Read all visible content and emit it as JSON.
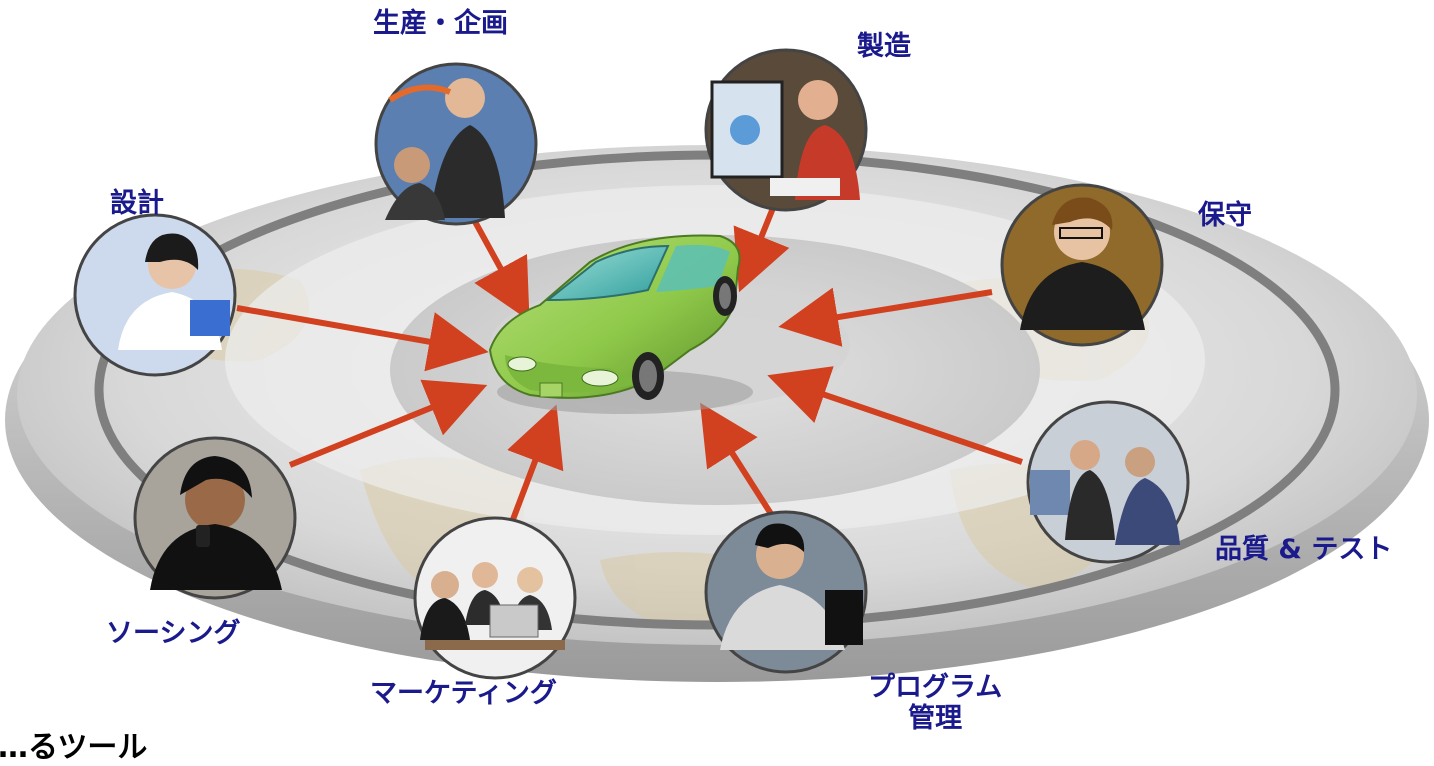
{
  "colors": {
    "label": "#1a1a8c",
    "arrow": "#d1401f",
    "car": "#8fc94a",
    "ring": "#7f7f7f"
  },
  "hub": {
    "icon": "green-car-icon"
  },
  "roles": [
    {
      "key": "design",
      "label": "設計",
      "icon": "designer-photo"
    },
    {
      "key": "planning",
      "label": "生産・企画",
      "icon": "planning-meeting-photo"
    },
    {
      "key": "manufacturing",
      "label": "製造",
      "icon": "engineer-computer-photo"
    },
    {
      "key": "maintenance",
      "label": "保守",
      "icon": "maintenance-worker-photo"
    },
    {
      "key": "quality",
      "label": "品質 & テスト",
      "icon": "quality-test-team-photo"
    },
    {
      "key": "program",
      "label": "プログラム\n管理",
      "icon": "program-manager-photo"
    },
    {
      "key": "marketing",
      "label": "マーケティング",
      "icon": "marketing-meeting-photo"
    },
    {
      "key": "sourcing",
      "label": "ソーシング",
      "icon": "sourcing-phone-photo"
    }
  ],
  "footer": {
    "text": "…るツール"
  }
}
